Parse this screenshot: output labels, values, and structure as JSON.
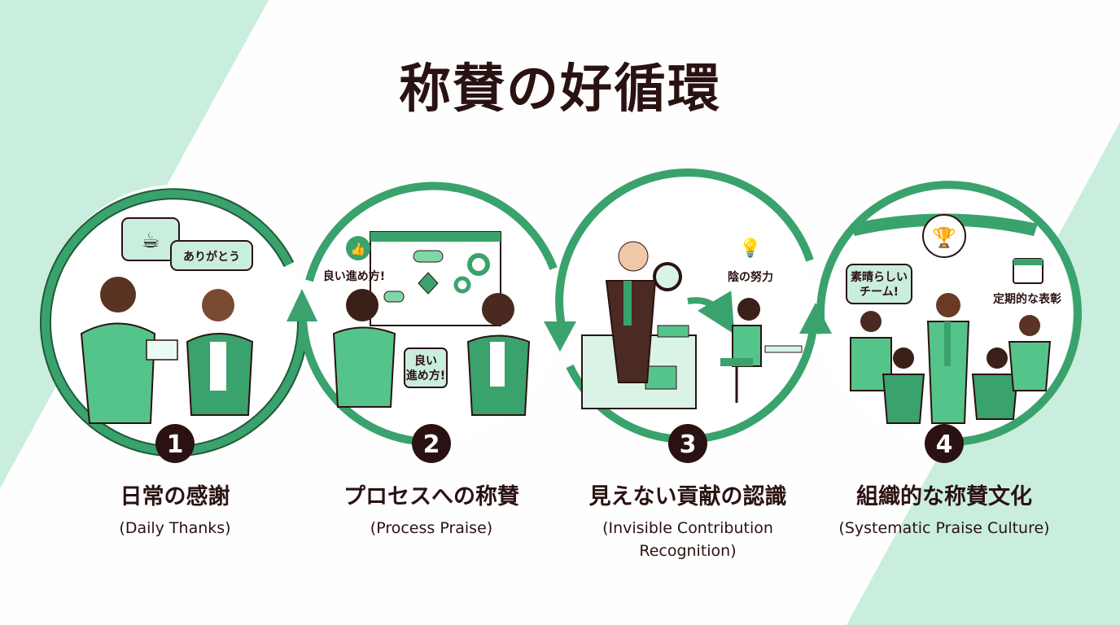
{
  "title": "称賛の好循環",
  "colors": {
    "accent": "#3aa26c",
    "light": "#a8e2c6",
    "bg_band": "#c9eedd",
    "dark": "#2b1212"
  },
  "steps": [
    {
      "number": "1",
      "title": "日常の感謝",
      "subtitle": "(Daily Thanks)",
      "bubble": "ありがとう",
      "icon": "coffee-cup-icon"
    },
    {
      "number": "2",
      "title": "プロセスへの称賛",
      "subtitle": "(Process Praise)",
      "bubble_top": "良い進め方!",
      "bubble_line1": "良い",
      "bubble_line2": "進め方!",
      "icon": "thumbs-up-icon"
    },
    {
      "number": "3",
      "title": "見えない貢献の認識",
      "subtitle": "(Invisible Contribution Recognition)",
      "caption": "陰の努力",
      "icon": "lightbulb-icon"
    },
    {
      "number": "4",
      "title": "組織的な称賛文化",
      "subtitle": "(Systematic Praise Culture)",
      "bubble_line1": "素晴らしい",
      "bubble_line2": "チーム!",
      "caption": "定期的な表彰",
      "icon": "trophy-icon"
    }
  ]
}
